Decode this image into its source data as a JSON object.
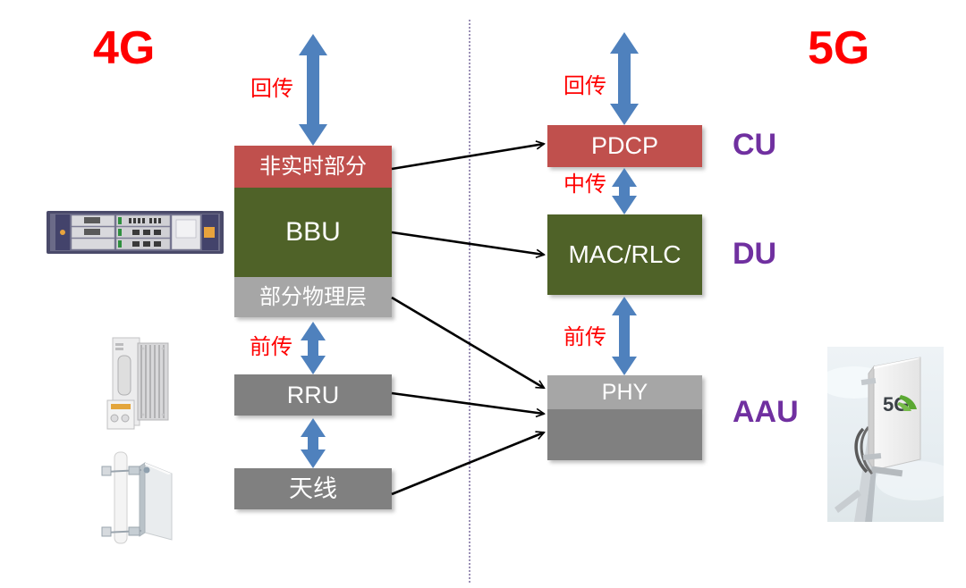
{
  "diagram": {
    "title_left": "4G",
    "title_right": "5G",
    "divider": "dotted-vertical-separator"
  },
  "colors": {
    "red_text": "#FF0000",
    "purple_label": "#7030A0",
    "box_red": "#C0504D",
    "box_green": "#4F6228",
    "box_gray_light": "#A6A6A6",
    "box_gray_mid": "#808080",
    "arrow_blue": "#4F81BD",
    "connector_black": "#000000",
    "divider_purple": "#9A8FB5"
  },
  "left_side": {
    "label": "4G",
    "stack": [
      {
        "id": "non-realtime",
        "label": "非实时部分",
        "color": "#C0504D"
      },
      {
        "id": "bbu",
        "label": "BBU",
        "color": "#4F6228"
      },
      {
        "id": "partial-phy",
        "label": "部分物理层",
        "color": "#A6A6A6"
      }
    ],
    "rru": {
      "id": "rru",
      "label": "RRU",
      "color": "#808080"
    },
    "antenna": {
      "id": "antenna",
      "label": "天线",
      "color": "#808080"
    },
    "links": [
      {
        "id": "backhaul-4g",
        "label": "回传"
      },
      {
        "id": "fronthaul-4g",
        "label": "前传"
      },
      {
        "id": "rru-antenna-4g",
        "label": ""
      }
    ],
    "photos": [
      {
        "id": "bbu-rack-photo",
        "alt": "BBU rack equipment"
      },
      {
        "id": "rru-unit-photo",
        "alt": "RRU remote radio unit"
      },
      {
        "id": "sector-antenna-photo",
        "alt": "Sector antenna on mast"
      }
    ]
  },
  "right_side": {
    "label": "5G",
    "stack": [
      {
        "id": "pdcp",
        "label": "PDCP",
        "color": "#C0504D",
        "group": "CU"
      },
      {
        "id": "mac-rlc",
        "label": "MAC/RLC",
        "color": "#4F6228",
        "group": "DU"
      },
      {
        "id": "phy",
        "label": "PHY",
        "color": "#A6A6A6",
        "group": "AAU"
      },
      {
        "id": "rf",
        "label": "",
        "color": "#808080",
        "group": "AAU"
      }
    ],
    "groups": [
      {
        "id": "cu",
        "label": "CU"
      },
      {
        "id": "du",
        "label": "DU"
      },
      {
        "id": "aau",
        "label": "AAU"
      }
    ],
    "links": [
      {
        "id": "backhaul-5g",
        "label": "回传"
      },
      {
        "id": "midhaul-5g",
        "label": "中传"
      },
      {
        "id": "fronthaul-5g",
        "label": "前传"
      }
    ],
    "photos": [
      {
        "id": "aau-antenna-photo",
        "alt": "5G AAU panel antenna",
        "badge": "5G"
      }
    ]
  },
  "mappings": [
    {
      "from": "non-realtime",
      "to": "pdcp"
    },
    {
      "from": "bbu",
      "to": "mac-rlc"
    },
    {
      "from": "partial-phy",
      "to": "phy"
    },
    {
      "from": "rru",
      "to": "rf"
    },
    {
      "from": "antenna",
      "to": "rf"
    }
  ]
}
